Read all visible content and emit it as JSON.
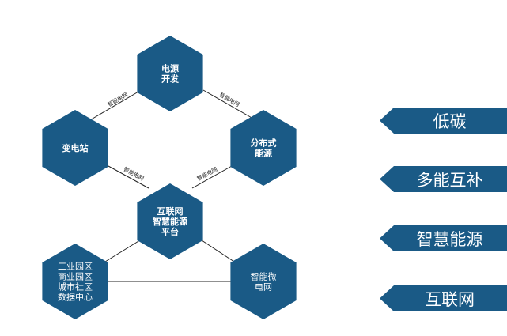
{
  "nodes": [
    {
      "id": "power-source",
      "lines": [
        "电源",
        "开发"
      ],
      "bold": true
    },
    {
      "id": "substation",
      "lines": [
        "变电站"
      ],
      "bold": true
    },
    {
      "id": "distributed-energy",
      "lines": [
        "分布式",
        "能源"
      ],
      "bold": true
    },
    {
      "id": "platform",
      "lines": [
        "互联网",
        "智慧能源",
        "平台"
      ],
      "bold": true
    },
    {
      "id": "parks",
      "lines": [
        "工业园区",
        "商业园区",
        "城市社区",
        "数据中心"
      ],
      "bold": false
    },
    {
      "id": "microgrid",
      "lines": [
        "智能微",
        "电网"
      ],
      "bold": false
    }
  ],
  "edges": [
    {
      "label": "智能电网"
    },
    {
      "label": "智能电网"
    },
    {
      "label": "智能电网"
    },
    {
      "label": "智能电网"
    },
    {
      "label": ""
    },
    {
      "label": ""
    },
    {
      "label": ""
    }
  ],
  "tags": [
    {
      "label": "低碳"
    },
    {
      "label": "多能互补"
    },
    {
      "label": "智慧能源"
    },
    {
      "label": "互联网"
    }
  ],
  "colors": {
    "hex_fill": "#1a5a86",
    "line": "#222222",
    "text": "#ffffff"
  }
}
